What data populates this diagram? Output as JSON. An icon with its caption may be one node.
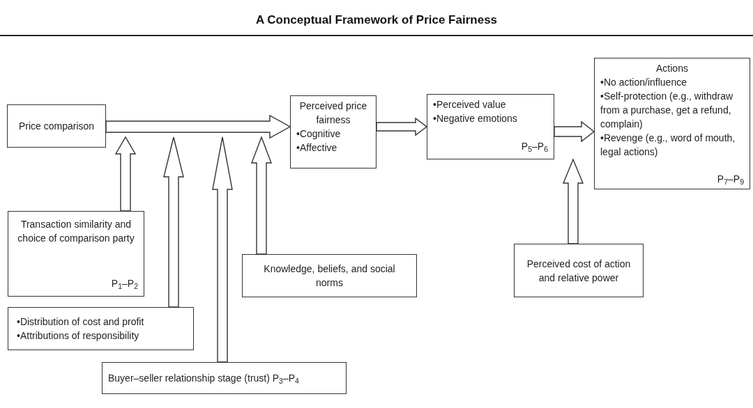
{
  "diagram": {
    "title": "A Conceptual Framework of Price Fairness",
    "nodes": [
      {
        "text": [
          "Price comparison"
        ]
      },
      {
        "text": [
          "Perceived price fairness",
          "•Cognitive",
          "•Affective"
        ]
      },
      {
        "text": [
          "•Perceived value",
          "•Negative emotions",
          "P$_{5}$–P$_{6}$"
        ]
      },
      {
        "text": [
          "Actions",
          "•No action/influence",
          "•Self-protection (e.g., withdraw from a purchase, get a refund, complain)",
          "•Revenge (e.g., word of mouth, legal actions)",
          "P$_{7}$–P$_{9}$"
        ]
      },
      {
        "text": [
          "Transaction similarity and choice of comparison party",
          "P$_{1}$–P$_{2}$"
        ]
      },
      {
        "text": [
          "•Distribution of cost and profit",
          "•Attributions of responsibility"
        ]
      },
      {
        "text": [
          "Knowledge, beliefs, and social norms"
        ]
      },
      {
        "text": [
          "Buyer–seller relationship stage (trust) P$_{3}$–P$_{4}$"
        ]
      },
      {
        "text": [
          "Perceived cost of action and relative power"
        ]
      }
    ],
    "edges": [
      {
        "from": 0,
        "to": 1,
        "arrow": "to"
      },
      {
        "from": 1,
        "to": 2,
        "arrow": "to"
      },
      {
        "from": 2,
        "to": 3,
        "arrow": "to"
      },
      {
        "from": 4,
        "to": null,
        "arrow": "to"
      },
      {
        "from": 5,
        "to": null,
        "arrow": "to"
      },
      {
        "from": 7,
        "to": null,
        "arrow": "to"
      },
      {
        "from": 6,
        "to": null,
        "arrow": "to"
      },
      {
        "from": 8,
        "to": null,
        "arrow": "to"
      }
    ]
  }
}
